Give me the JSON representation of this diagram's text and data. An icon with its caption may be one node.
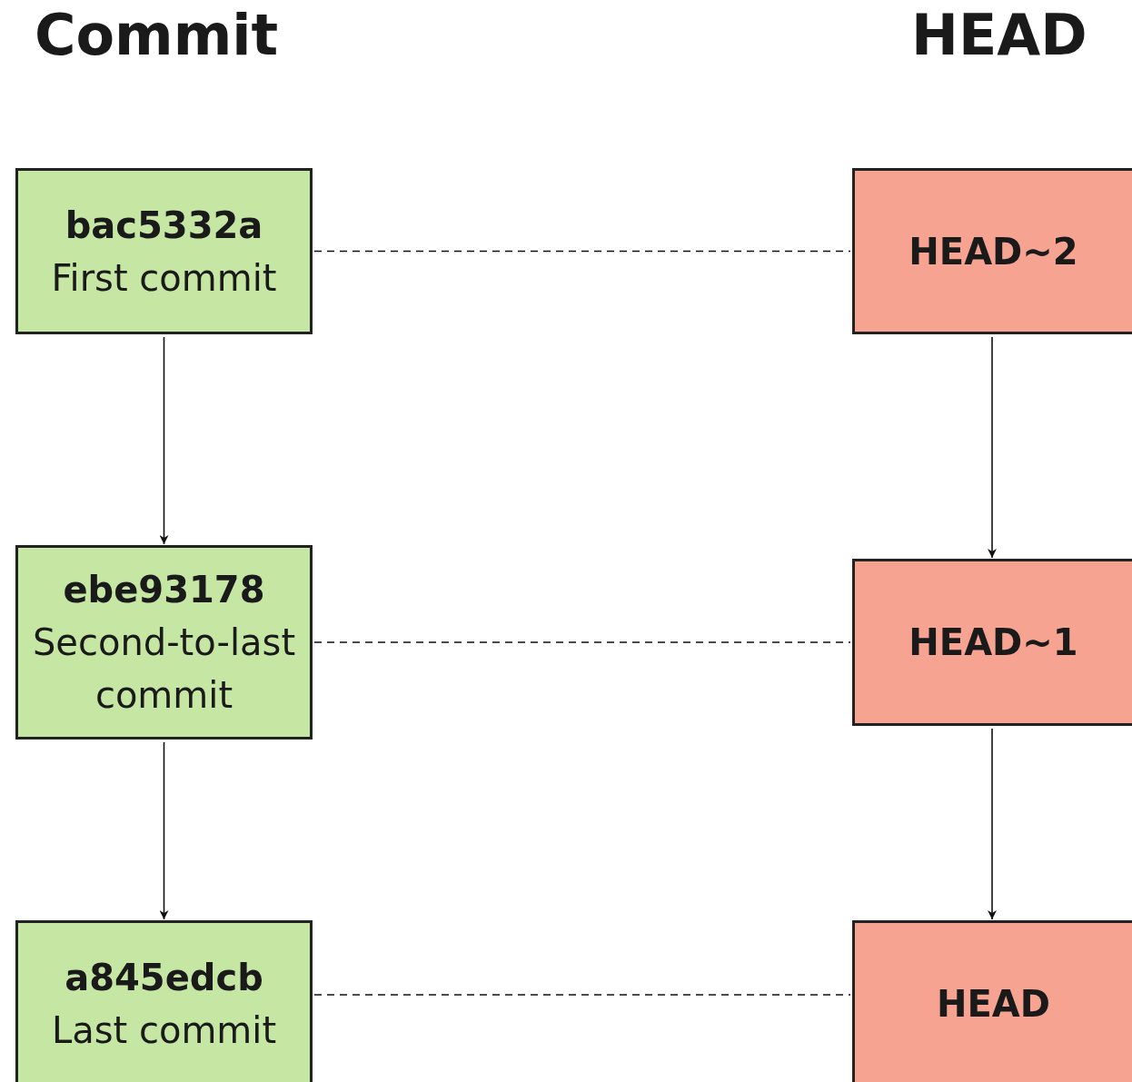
{
  "diagram": {
    "nodes": [
      {
        "text": [
          "bac5332a",
          "First commit"
        ]
      },
      {
        "text": [
          "ebe93178",
          "Second-to-last commit"
        ]
      },
      {
        "text": [
          "a845edcb",
          "Last commit"
        ]
      },
      {
        "text": [
          "HEAD~2"
        ]
      },
      {
        "text": [
          "HEAD~1"
        ]
      },
      {
        "text": [
          "HEAD"
        ]
      }
    ],
    "edges": [
      {
        "from": 0,
        "to": 1,
        "arrow": "to"
      },
      {
        "from": 1,
        "to": 2,
        "arrow": "to"
      },
      {
        "from": 3,
        "to": 4,
        "arrow": "to"
      },
      {
        "from": 4,
        "to": 5,
        "arrow": "to"
      },
      {
        "from": 0,
        "to": 3,
        "arrow": "none",
        "style": "dashed"
      },
      {
        "from": 1,
        "to": 4,
        "arrow": "none",
        "style": "dashed"
      },
      {
        "from": 2,
        "to": 5,
        "arrow": "none",
        "style": "dashed"
      }
    ],
    "labels": [
      "Commit",
      "HEAD"
    ]
  }
}
